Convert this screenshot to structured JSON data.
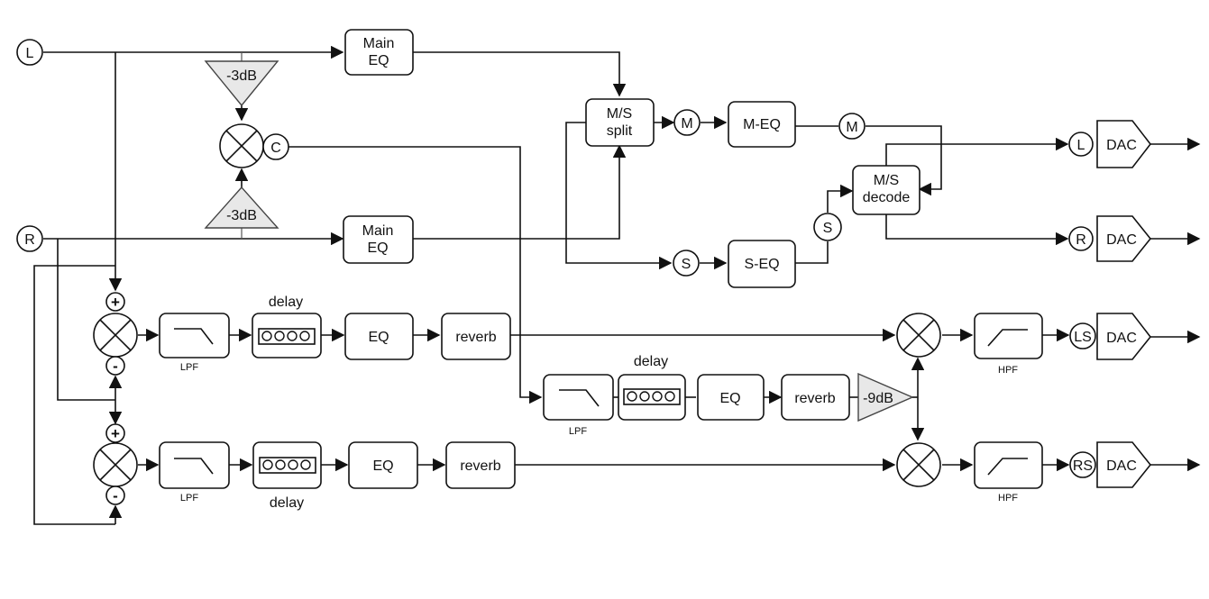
{
  "inputs": {
    "left": "L",
    "right": "R"
  },
  "front": {
    "main_eq_top": "Main\nEQ",
    "main_eq_bottom": "Main\nEQ",
    "attenuator_top": "-3dB",
    "attenuator_bottom": "-3dB",
    "center_node": "C",
    "ms_split": "M/S\nsplit",
    "mid_node_a": "M",
    "mid_eq": "M-EQ",
    "mid_node_b": "M",
    "side_node_a": "S",
    "side_eq": "S-EQ",
    "side_node_b": "S",
    "ms_decode": "M/S\ndecode",
    "out_left": "L",
    "out_right": "R",
    "dac_left": "DAC",
    "dac_right": "DAC"
  },
  "surround_left": {
    "plus": "+",
    "minus": "-",
    "lpf_label": "LPF",
    "delay_label": "delay",
    "eq": "EQ",
    "reverb": "reverb",
    "hpf_label": "HPF",
    "out": "LS",
    "dac": "DAC"
  },
  "center_path": {
    "lpf_label": "LPF",
    "delay_label": "delay",
    "eq": "EQ",
    "reverb": "reverb",
    "gain": "-9dB"
  },
  "surround_right": {
    "plus": "+",
    "minus": "-",
    "lpf_label": "LPF",
    "delay_label": "delay",
    "eq": "EQ",
    "reverb": "reverb",
    "hpf_label": "HPF",
    "out": "RS",
    "dac": "DAC"
  }
}
